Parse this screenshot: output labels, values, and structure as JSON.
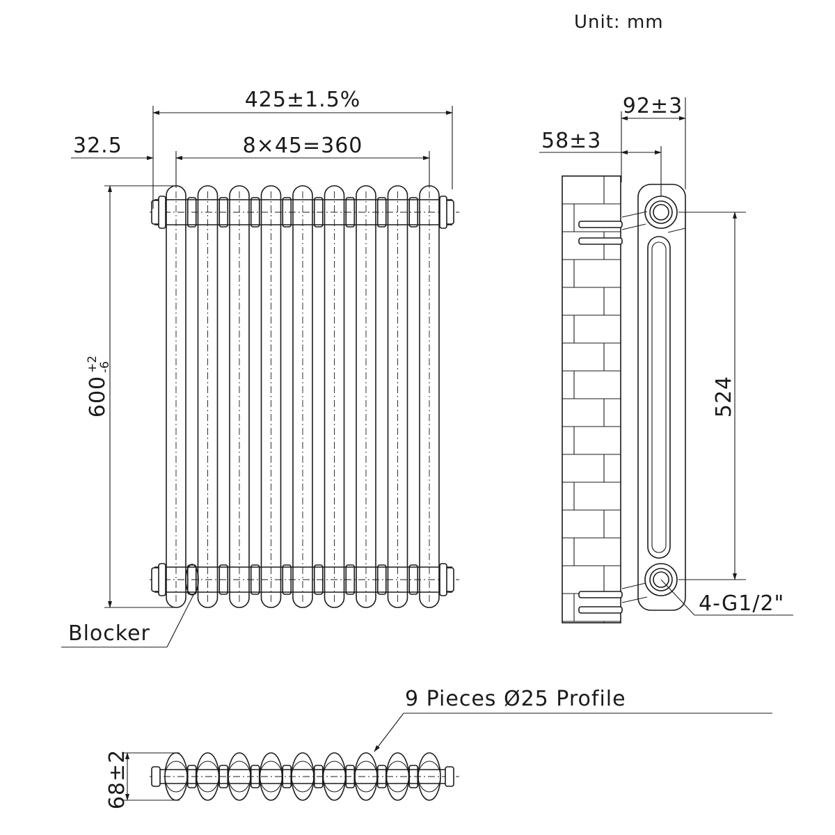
{
  "unit_label": "Unit: mm",
  "front_view": {
    "overall_width": "425±1.5%",
    "column_pitch": "8×45=360",
    "edge_offset": "32.5",
    "height_main": "600",
    "height_tol_upper": "+2",
    "height_tol_lower": "-6",
    "blocker_label": "Blocker",
    "column_count": 9
  },
  "side_view": {
    "depth_total": "92±3",
    "wall_to_centre": "58±3",
    "pipe_centres": "524",
    "connection_label": "4-G1/2\""
  },
  "plan_view": {
    "depth": "68±2",
    "profile_label": "9 Pieces Ø25 Profile"
  }
}
